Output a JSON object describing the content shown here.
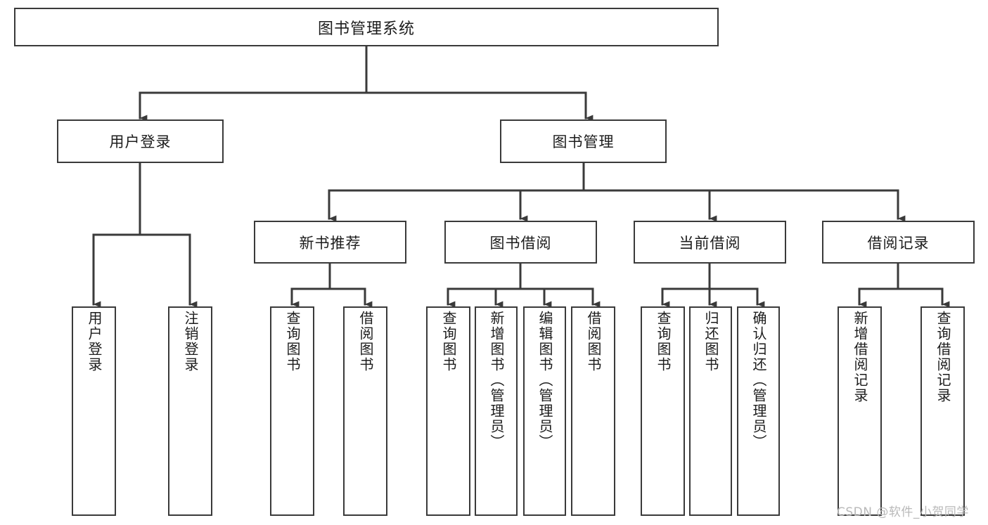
{
  "diagram": {
    "title": "图书管理系统",
    "type": "hierarchy-tree",
    "root": {
      "id": "root",
      "label": "图书管理系统"
    },
    "level2": [
      {
        "id": "user-login",
        "label": "用户登录"
      },
      {
        "id": "book-manage",
        "label": "图书管理"
      }
    ],
    "level3": [
      {
        "id": "new-book-recommend",
        "label": "新书推荐",
        "parent": "book-manage"
      },
      {
        "id": "book-borrow",
        "label": "图书借阅",
        "parent": "book-manage"
      },
      {
        "id": "current-borrow",
        "label": "当前借阅",
        "parent": "book-manage"
      },
      {
        "id": "borrow-record",
        "label": "借阅记录",
        "parent": "book-manage"
      }
    ],
    "leaves": [
      {
        "id": "leaf-user-login",
        "label": "用户登录",
        "parent": "user-login"
      },
      {
        "id": "leaf-user-logout",
        "label": "注销登录",
        "parent": "user-login"
      },
      {
        "id": "leaf-query-book-1",
        "label": "查询图书",
        "parent": "new-book-recommend"
      },
      {
        "id": "leaf-borrow-book-1",
        "label": "借阅图书",
        "parent": "new-book-recommend"
      },
      {
        "id": "leaf-query-book-2",
        "label": "查询图书",
        "parent": "book-borrow"
      },
      {
        "id": "leaf-add-book",
        "label": "新增图书（管理员）",
        "parent": "book-borrow"
      },
      {
        "id": "leaf-edit-book",
        "label": "编辑图书（管理员）",
        "parent": "book-borrow"
      },
      {
        "id": "leaf-borrow-book-2",
        "label": "借阅图书",
        "parent": "book-borrow"
      },
      {
        "id": "leaf-query-book-3",
        "label": "查询图书",
        "parent": "current-borrow"
      },
      {
        "id": "leaf-return-book",
        "label": "归还图书",
        "parent": "current-borrow"
      },
      {
        "id": "leaf-confirm-return",
        "label": "确认归还（管理员）",
        "parent": "current-borrow"
      },
      {
        "id": "leaf-add-record",
        "label": "新增借阅记录",
        "parent": "borrow-record"
      },
      {
        "id": "leaf-query-record",
        "label": "查询借阅记录",
        "parent": "borrow-record"
      }
    ]
  },
  "watermark": {
    "text": "CSDN @软件_小贺同学"
  },
  "colors": {
    "stroke": "#3a3a3a",
    "box_fill": "#ffffff",
    "text": "#1c1c1c",
    "watermark": "#b9b9b9",
    "background": "#ffffff"
  }
}
